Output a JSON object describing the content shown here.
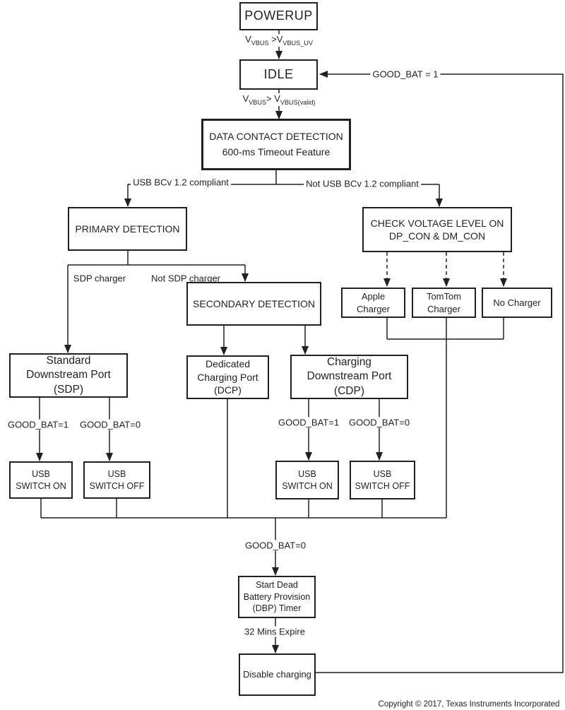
{
  "diagram_title": "USB charger detection flow chart",
  "colors": {
    "line": "#231f20",
    "background": "#ffffff"
  },
  "boxes": {
    "powerup": {
      "label": "POWERUP"
    },
    "idle": {
      "label": "IDLE"
    },
    "dcd": {
      "label": "DATA CONTACT DETECTION\n600-ms Timeout Feature"
    },
    "primary": {
      "label": "PRIMARY DETECTION"
    },
    "secondary": {
      "label": "SECONDARY DETECTION"
    },
    "check_voltage": {
      "label": "CHECK VOLTAGE LEVEL ON\nDP_CON & DM_CON"
    },
    "apple": {
      "label": "Apple\nCharger"
    },
    "tomtom": {
      "label": "TomTom\nCharger"
    },
    "no_charger": {
      "label": "No Charger"
    },
    "sdp": {
      "label": "Standard\nDownstream Port\n(SDP)"
    },
    "dcp": {
      "label": "Dedicated\nCharging Port\n(DCP)"
    },
    "cdp": {
      "label": "Charging\nDownstream Port\n(CDP)"
    },
    "usb_on_sdp": {
      "label": "USB\nSWITCH ON"
    },
    "usb_off_sdp": {
      "label": "USB\nSWITCH OFF"
    },
    "usb_on_cdp": {
      "label": "USB\nSWITCH ON"
    },
    "usb_off_cdp": {
      "label": "USB\nSWITCH OFF"
    },
    "dbp_timer": {
      "label": "Start Dead\nBattery Provision\n(DBP) Timer"
    },
    "disable": {
      "label": "Disable charging"
    }
  },
  "edge_labels": {
    "vbus_uv": {
      "v1": "V",
      "sub1": "VBUS",
      "op": " >",
      "v2": "V",
      "sub2": "VBUS_UV"
    },
    "vbus_valid": {
      "v1": "V",
      "sub1": "VBUS",
      "op": "> ",
      "v2": "V",
      "sub2": "VBUS(valid)"
    },
    "good_bat_1_loop": "GOOD_BAT = 1",
    "usb_compliant": "USB BCv 1.2 compliant",
    "not_usb_compliant": "Not USB BCv 1.2 compliant",
    "sdp_charger": "SDP charger",
    "not_sdp_charger": "Not SDP charger",
    "gb1_sdp": "GOOD_BAT=1",
    "gb0_sdp": "GOOD_BAT=0",
    "gb1_cdp": "GOOD_BAT=1",
    "gb0_cdp": "GOOD_BAT=0",
    "gb0_main": "GOOD_BAT=0",
    "mins_expire": "32 Mins Expire"
  },
  "footer": {
    "copyright": "Copyright © 2017, Texas Instruments Incorporated"
  }
}
